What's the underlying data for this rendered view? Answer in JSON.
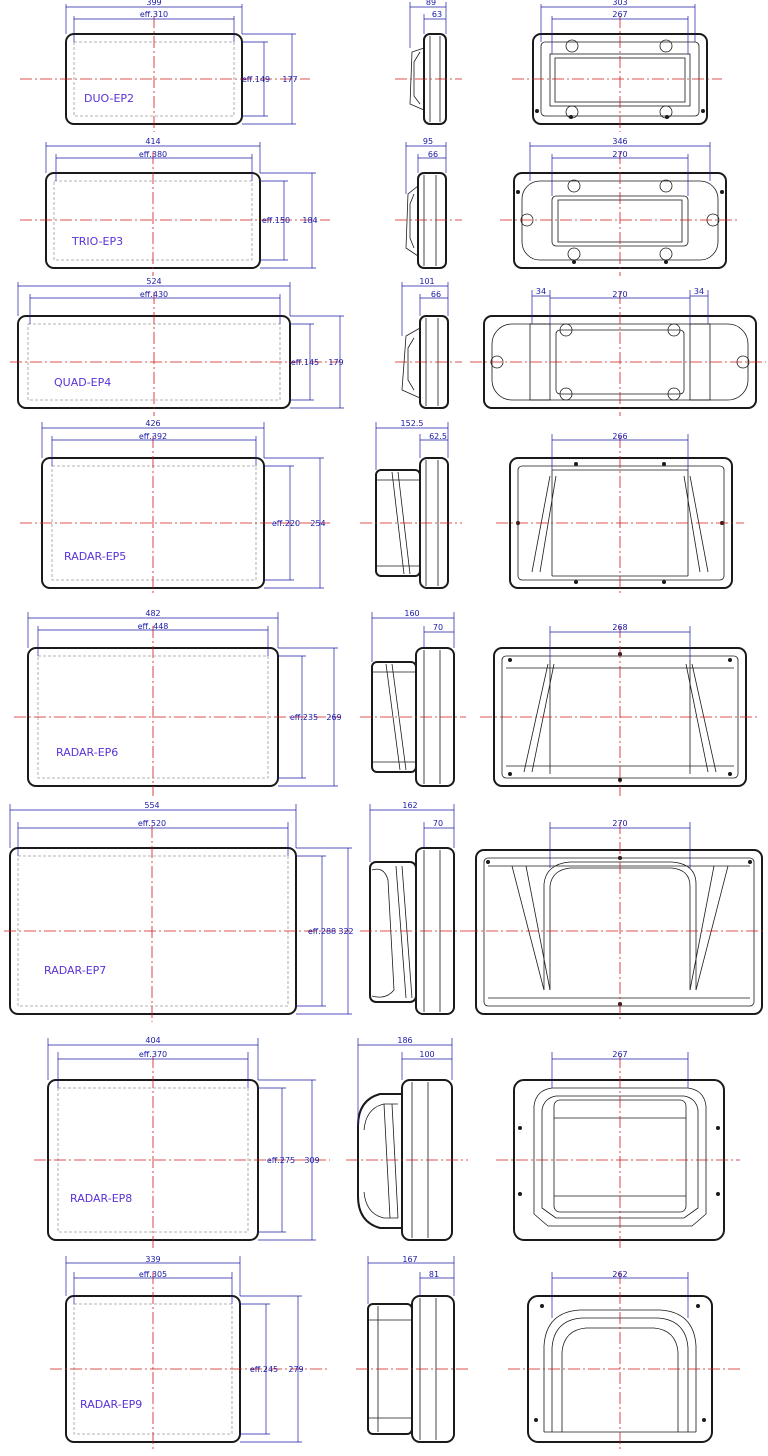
{
  "drawing": {
    "models": [
      {
        "label": "DUO-EP2",
        "width": "399",
        "eff_width": "eff.310",
        "eff_height": "eff.149",
        "height": "177",
        "depth": "89",
        "depth_front": "63",
        "rear_width": "303",
        "rear_spacing": "267"
      },
      {
        "label": "TRIO-EP3",
        "width": "414",
        "eff_width": "eff.380",
        "eff_height": "eff.150",
        "height": "184",
        "depth": "95",
        "depth_front": "66",
        "rear_width": "346",
        "rear_spacing": "270"
      },
      {
        "label": "QUAD-EP4",
        "width": "524",
        "eff_width": "eff.430",
        "eff_height": "eff.145",
        "height": "179",
        "depth": "101",
        "depth_front": "66",
        "rear_side_left": "34",
        "rear_spacing": "270",
        "rear_side_right": "34"
      },
      {
        "label": "RADAR-EP5",
        "width": "426",
        "eff_width": "eff.392",
        "eff_height": "eff.220",
        "height": "254",
        "depth": "152.5",
        "depth_front": "62.5",
        "rear_spacing": "266"
      },
      {
        "label": "RADAR-EP6",
        "width": "482",
        "eff_width": "eff. 448",
        "eff_height": "eff.235",
        "height": "269",
        "depth": "160",
        "depth_front": "70",
        "rear_spacing": "268"
      },
      {
        "label": "RADAR-EP7",
        "width": "554",
        "eff_width": "eff.520",
        "eff_height": "eff.288",
        "height": "322",
        "depth": "162",
        "depth_front": "70",
        "rear_spacing": "270"
      },
      {
        "label": "RADAR-EP8",
        "width": "404",
        "eff_width": "eff.370",
        "eff_height": "eff.275",
        "height": "309",
        "depth": "186",
        "depth_front": "100",
        "rear_spacing": "267"
      },
      {
        "label": "RADAR-EP9",
        "width": "339",
        "eff_width": "eff.305",
        "eff_height": "eff.245",
        "height": "279",
        "depth": "167",
        "depth_front": "81",
        "rear_spacing": "262"
      }
    ]
  },
  "colors": {
    "dimension": "#1a1aa8",
    "label": "#5a32d8",
    "centerline": "#d01818",
    "outline": "#1a1a1a",
    "inner": "#9a9a9a"
  }
}
